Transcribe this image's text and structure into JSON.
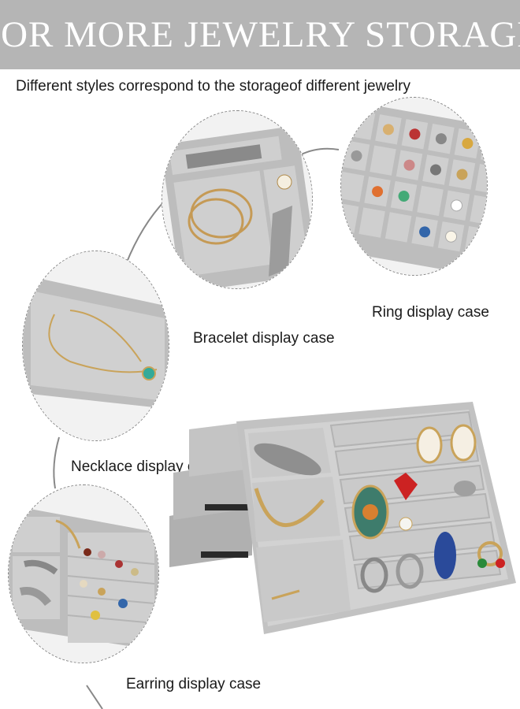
{
  "banner": {
    "title": "FOR MORE JEWELRY STORAGE"
  },
  "subtitle": "Different styles correspond to the storageof different jewelry",
  "cases": {
    "bracelet": "Bracelet display case",
    "ring": "Ring display case",
    "necklace": "Necklace display case",
    "earring": "Earring display case"
  },
  "colors": {
    "banner_bg": "#b5b5b5",
    "tray_gray": "#bcbcbc",
    "tray_light": "#d4d4d4",
    "gold": "#c9a35a"
  }
}
